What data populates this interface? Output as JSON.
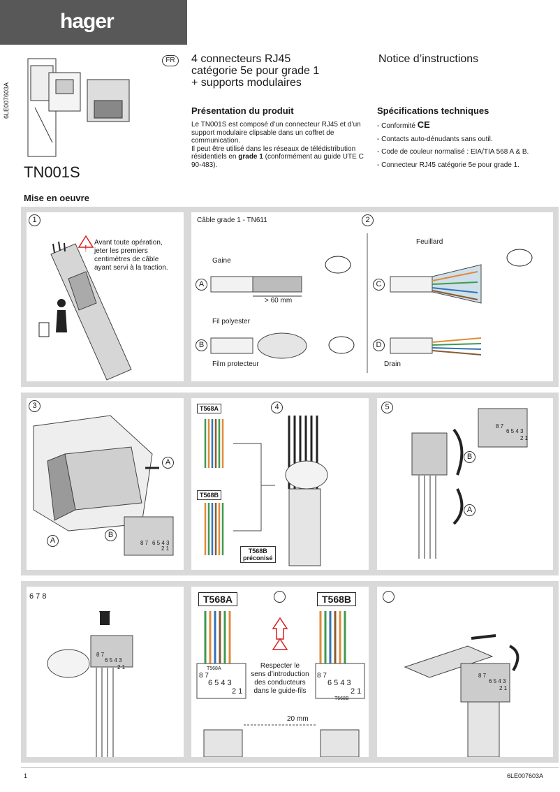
{
  "brand": "hager",
  "side_code": "6LE007603A",
  "reference": "TN001S",
  "lang": "FR",
  "product_title": [
    "4 connecteurs RJ45",
    "catégorie 5e pour grade 1",
    "+ supports modulaires"
  ],
  "notice": "Notice d’instructions",
  "presentation": {
    "title": "Présentation du produit",
    "text1": "Le TN001S est composé d’un connecteur RJ45 et d’un support modulaire clipsable dans un coffret de communication.",
    "text2a": "Il peut être utilisé dans les réseaux de télédistribution résidentiels en ",
    "text2b": "grade 1",
    "text2c": " (conformément au guide UTE C 90-483)."
  },
  "specs": {
    "title": "Spécifications techniques",
    "items": [
      "- Conformité",
      "- Contacts auto-dénudants sans outil.",
      "- Code de couleur normalisé : EIA/TIA 568 A & B.",
      "- Connecteur RJ45 catégorie 5e pour grade 1."
    ],
    "ce_mark": "CE"
  },
  "mise": "Mise en oeuvre",
  "panel1": {
    "step": "1",
    "warning": [
      "Avant toute opération,",
      "jeter les premiers",
      "centimètres de câble",
      "ayant servi à la traction."
    ]
  },
  "panel2": {
    "cable": "Câble grade 1 - TN611",
    "step": "2",
    "gaine": "Gaine",
    "dim": "> 60 mm",
    "fil": "Fil polyester",
    "film": "Film protecteur",
    "feuillard": "Feuillard",
    "drain": "Drain",
    "a": "A",
    "b": "B",
    "c": "C",
    "d": "D"
  },
  "panel3": {
    "step": "3",
    "a": "A",
    "b": "B",
    "pins_top": "8 7",
    "pins_mid": "6 5 4 3",
    "pins_bot": "2 1"
  },
  "panel4": {
    "step": "4",
    "t568a": "T568A",
    "t568b": "T568B",
    "rec1": "T568B",
    "rec2": "préconisé"
  },
  "panel5": {
    "step": "5",
    "a": "A",
    "b": "B",
    "pins_top": "8 7",
    "pins_mid": "6 5 4 3",
    "pins_bot": "2 1"
  },
  "panel6": {
    "step": "6 7 8",
    "pins_top": "8 7",
    "pins_mid": "6 5 4 3",
    "pins_bot": "2 1"
  },
  "panel7": {
    "left": "T568A",
    "right": "T568B",
    "respect": [
      "Respecter le",
      "sens d’introduction",
      "des conducteurs",
      "dans le guide-fils"
    ],
    "dim": "20 mm",
    "small_a": "T568A",
    "small_b": "T568B",
    "pins_87": "8 7",
    "pins_6543": "6 5 4 3",
    "pins_21": "2 1"
  },
  "panel8": {
    "pins_top": "8 7",
    "pins_mid": "6 5 4 3",
    "pins_bot": "2 1"
  },
  "footer": {
    "page": "1",
    "code": "6LE007603A"
  },
  "colors": {
    "brand_bar": "#585858",
    "panel_bg": "#d9d9d9",
    "orange": "#e08a3a",
    "green": "#3f9a4f",
    "blue": "#2f73b8",
    "brown": "#8a5a2e",
    "warning_red": "#d42020"
  }
}
